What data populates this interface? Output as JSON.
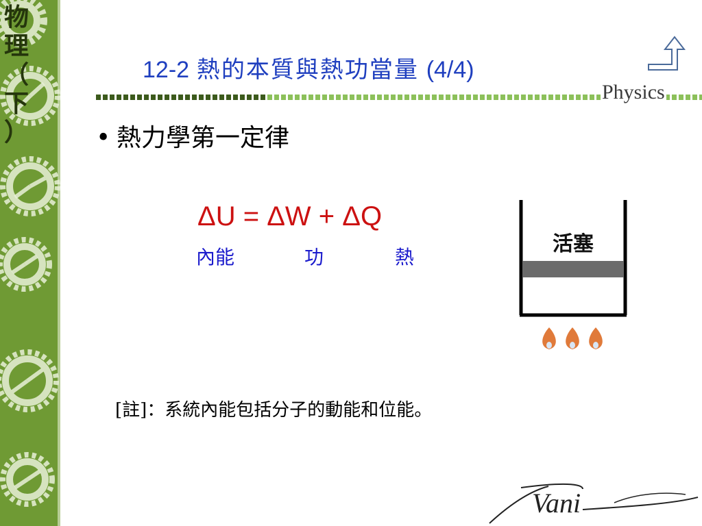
{
  "sidebar": {
    "label_chars": [
      "物",
      "理",
      "（",
      "下",
      "）"
    ]
  },
  "header": {
    "number": "12-2",
    "title_zh": "熱的本質與熱功當量",
    "page": "(4/4)",
    "brand": "Physics",
    "return_icon": "return-arrow-icon"
  },
  "bullet": {
    "symbol": "•",
    "text": "熱力學第一定律"
  },
  "formula": {
    "text": "ΔU = ΔW + ΔQ",
    "labels": [
      "內能",
      "功",
      "熱"
    ]
  },
  "diagram": {
    "piston_label": "活塞",
    "flame_icon": "flame-icon"
  },
  "note": {
    "tag": "[註]",
    "text": "：系統內能包括分子的動能和位能。"
  },
  "footer": {
    "signature": "Vani"
  },
  "colors": {
    "title": "#1f3fbf",
    "formula": "#cc1111",
    "labels": "#1a1acc",
    "sidebar": "#6f9a34"
  }
}
